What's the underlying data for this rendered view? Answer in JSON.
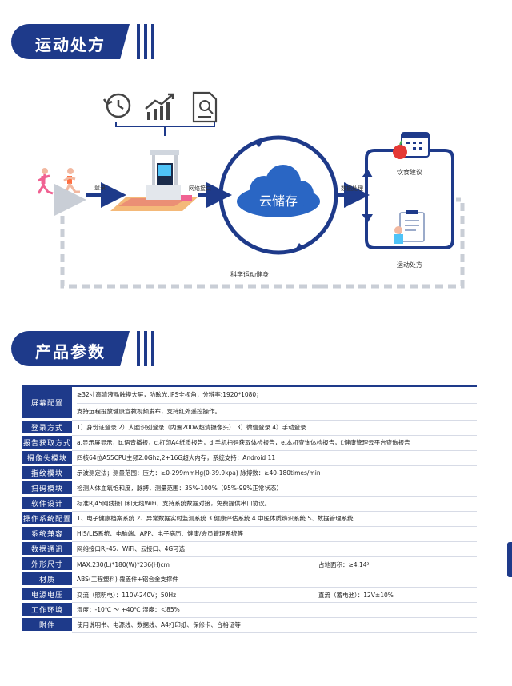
{
  "section1": {
    "title": "运动处方"
  },
  "section2": {
    "title": "产品参数"
  },
  "diagram": {
    "login_label": "登录",
    "network_label": "网络接口",
    "data_label": "数据处理",
    "cloud_label": "云储存",
    "diet_label": "饮食建议",
    "exercise_label": "运动处方",
    "bottom_label": "科学运动健身"
  },
  "specs": [
    {
      "label": "屏幕配置",
      "lines": [
        "≥32寸高清液晶触摸大屏，防眩光,IPS全视角，分辨率:1920*1080；",
        "支持远程投放健康宣教视频发布，支持红外遥控操作。"
      ]
    },
    {
      "label": "登录方式",
      "lines": [
        "1）身份证登录    2）人脸识别登录（内置200w超清摄像头）    3）微信登录    4）手动登录"
      ]
    },
    {
      "label": "报告获取方式",
      "lines": [
        "a.显示屏显示，b.语音播报，c.打印A4纸质报告，d.手机扫码获取体检报告，e.本机查询体检报告，f.健康管理云平台查询报告"
      ]
    },
    {
      "label": "摄像头模块",
      "lines": [
        "四核64位A55CPU主频2.0Ghz,2+16G超大内存，系统支持：Android 11"
      ]
    },
    {
      "label": "指纹模块",
      "lines": [
        "示波测定法；测量范围：压力：≥0-299mmHg(0-39.9kpa)    脉搏数：≥40-180times/min"
      ]
    },
    {
      "label": "扫码模块",
      "lines": [
        "检测人体血氧饱和度，脉搏，测量范围：35%-100%（95%-99%正常状态）"
      ]
    },
    {
      "label": "软件设计",
      "lines": [
        "标准RJ45网线接口和无线WiFi，支持系统数据对接，免费提供串口协议。"
      ]
    },
    {
      "label": "操作系统配置",
      "lines": [
        "1、电子健康档案系统   2、异常数据实时监测系统  3.健康评估系统  4.中医体质辨识系统   5、数据管理系统"
      ]
    },
    {
      "label": "系统兼容",
      "lines": [
        "HIS/LIS系统、电脑端、APP、电子病历、健康/会员管理系统等"
      ]
    },
    {
      "label": "数据通讯",
      "lines": [
        "网络接口RJ-45、WiFi、云接口、4G可选"
      ]
    },
    {
      "label": "外形尺寸",
      "left": "MAX:230(L)*180(W)*236(H)cm",
      "right": "占地面积：≥4.14²"
    },
    {
      "label": "材质",
      "lines": [
        "ABS(工程塑料) 覆盖件+铝合金支撑件"
      ]
    },
    {
      "label": "电源电压",
      "left": "交流（照明电）：110V-240V；50Hz",
      "right": "直流（蓄电池）：12V±10%"
    },
    {
      "label": "工作环境",
      "lines": [
        "湿度：-10℃ ～ +40℃    湿度：＜85%"
      ]
    },
    {
      "label": "附件",
      "lines": [
        "使用说明书、电源线、数据线、A4打印纸、保修卡、合格证等"
      ]
    }
  ],
  "colors": {
    "brand": "#1e3a8a",
    "accent": "#2447a8",
    "dash": "#c9ced6"
  }
}
